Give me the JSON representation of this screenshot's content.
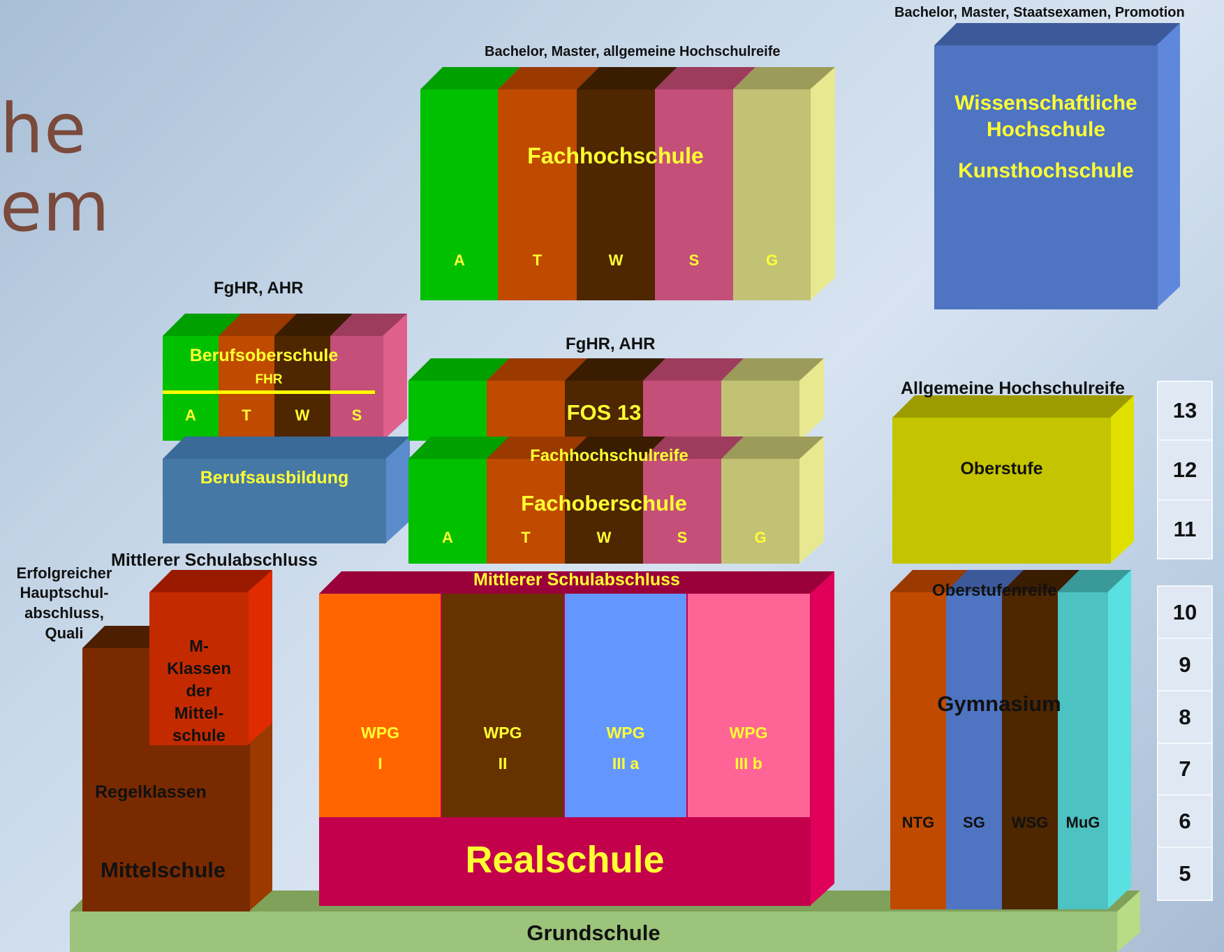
{
  "background_words": [
    "he",
    "em"
  ],
  "labels": {
    "top_right": "Bachelor, Master, Staatsexamen, Promotion",
    "top_middle": "Bachelor, Master, allgemeine Hochschulreife",
    "fghr_ahr_left": "FgHR, AHR",
    "fghr_ahr_mid": "FgHR, AHR",
    "ahr_right": "Allgemeine Hochschulreife",
    "msa_left": "Mittlerer Schulabschluss",
    "hauptschul": [
      "Erfolgreicher",
      "Hauptschul-",
      "abschluss,",
      "Quali"
    ]
  },
  "blocks": {
    "wissenschaftliche": {
      "line1": "Wissenschaftliche",
      "line2": "Hochschule",
      "line3": "Kunsthochschule"
    },
    "fachhochschule": {
      "title": "Fachhochschule",
      "columns": [
        "A",
        "T",
        "W",
        "S",
        "G"
      ]
    },
    "berufsoberschule": {
      "title": "Berufsoberschule",
      "sub": "FHR",
      "columns": [
        "A",
        "T",
        "W",
        "S"
      ]
    },
    "berufsausbildung": {
      "title": "Berufsausbildung"
    },
    "fos13": {
      "title": "FOS 13"
    },
    "fachoberschule": {
      "top": "Fachhochschulreife",
      "title": "Fachoberschule",
      "columns": [
        "A",
        "T",
        "W",
        "S",
        "G"
      ]
    },
    "oberstufe": {
      "title": "Oberstufe"
    },
    "realschule": {
      "top": "Mittlerer Schulabschluss",
      "title": "Realschule",
      "wpg": [
        {
          "l1": "WPG",
          "l2": "I"
        },
        {
          "l1": "WPG",
          "l2": "II"
        },
        {
          "l1": "WPG",
          "l2": "III a"
        },
        {
          "l1": "WPG",
          "l2": "III b"
        }
      ]
    },
    "mittelschule": {
      "mklassen": [
        "M-",
        "Klassen",
        "der",
        "Mittel-",
        "schule"
      ],
      "regel": "Regelklassen",
      "title": "Mittelschule"
    },
    "gymnasium": {
      "top": "Oberstufenreife",
      "title": "Gymnasium",
      "columns": [
        "NTG",
        "SG",
        "WSG",
        "MuG"
      ]
    },
    "grundschule": {
      "title": "Grundschule"
    }
  },
  "grades_upper": [
    "13",
    "12",
    "11"
  ],
  "grades_lower": [
    "10",
    "9",
    "8",
    "7",
    "6",
    "5"
  ],
  "colors": {
    "green": "#00c000",
    "orange": "#c04a00",
    "brown": "#4e2600",
    "pink": "#c44f78",
    "khaki": "#c2c275",
    "blue": "#4e74c2",
    "steel": "#4678a6",
    "olive": "#c4c400",
    "crimson": "#c2004c",
    "yellow_text": "#ffff33"
  }
}
